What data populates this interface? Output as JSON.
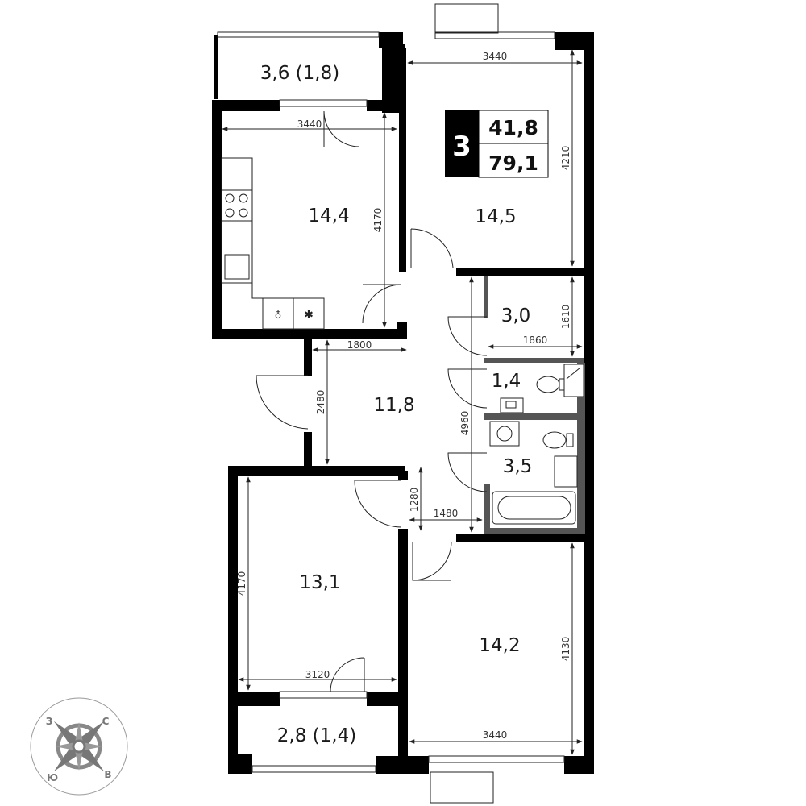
{
  "summary": {
    "rooms_count": "3",
    "living_area": "41,8",
    "total_area": "79,1"
  },
  "rooms": {
    "balcony_top": "3,6 (1,8)",
    "kitchen": "14,4",
    "bedroom_top": "14,5",
    "storage": "3,0",
    "wc": "1,4",
    "hall": "11,8",
    "bathroom": "3,5",
    "bedroom_left": "13,1",
    "bedroom_right": "14,2",
    "balcony_bottom": "2,8 (1,4)"
  },
  "dimensions": {
    "top_bedroom_width": "3440",
    "top_bedroom_height": "4210",
    "kitchen_width": "3440",
    "kitchen_height": "4170",
    "storage_height": "1610",
    "storage_width": "1860",
    "hall_width": "1800",
    "hall_height": "2480",
    "corridor_length": "4960",
    "corridor_small": "1280",
    "corridor_width": "1480",
    "left_bedroom_height": "4170",
    "left_bedroom_width": "3120",
    "right_bedroom_height": "4130",
    "right_bedroom_width": "3440"
  },
  "compass": {
    "west": "З",
    "north": "С",
    "south": "Ю",
    "east": "В"
  },
  "colors": {
    "walls": "#000000",
    "lines": "#222222",
    "compass": "#777777",
    "badge_fill": "#000000"
  }
}
